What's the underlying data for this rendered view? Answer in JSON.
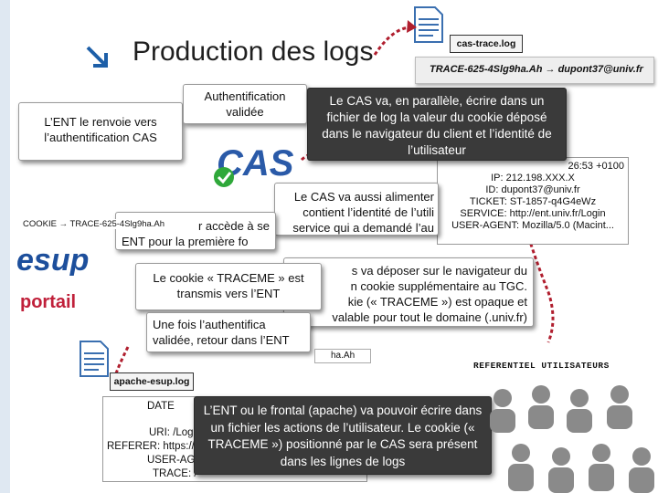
{
  "slide": {
    "title": "Production des logs",
    "cas_trace_file": "cas-trace.log",
    "apache_file": "apache-esup.log",
    "trace_mapping": "TRACE-625-4Slg9ha.Ah → dupont37@univ.fr",
    "referentiel_label": "REFERENTIEL UTILISATEURS",
    "cookie_mapping": "COOKIE → TRACE-625-4Slg9ha.Ah",
    "hidden_value_fragment": "ha.Ah",
    "colors": {
      "accent_red": "#b01e2e",
      "sidebar": "#dfe8f2",
      "bubble_dark": "#3a3a3a"
    }
  },
  "logos": {
    "cas": "CAS",
    "esup": "esup",
    "portail": "portail"
  },
  "cas_log_entry": {
    "time": "26:53 +0100",
    "ip": "IP: 212.198.XXX.X",
    "id": "ID: dupont37@univ.fr",
    "ticket": "TICKET: ST-1857-q4G4eWz",
    "service": "SERVICE: http://ent.univ.fr/Login",
    "user_agent": "USER-AGENT: Mozilla/5.0 (Macint..."
  },
  "apache_log_entry": {
    "date": "DATE",
    "url": "URI: /Login",
    "referer": "REFERER: https://v",
    "user_agent": "USER-AGE",
    "trace": "TRACE: /"
  },
  "bubbles": {
    "ent_redirect": "L’ENT le renvoie vers l’authentification CAS",
    "auth_validated_1": "Authentification",
    "auth_validated_2": "validée",
    "cas_parallel": "Le CAS va, en parallèle, écrire dans un fichier de log la valeur du cookie déposé dans le navigateur du client et l’identité de l’utilisateur",
    "cas_also_1": "Le CAS va aussi alimenter",
    "cas_also_2": "contient l’identité de l’utili",
    "cas_also_3": "service qui a demandé l’au",
    "first_access_1": "r accède à se",
    "first_access_2": "ENT pour la première fo",
    "cas_cookie_1": "s va déposer sur le navigateur du",
    "cas_cookie_2": "n cookie supplémentaire au TGC.",
    "cas_cookie_3": "kie (« TRACEME ») est opaque et",
    "cas_cookie_4": "valable pour tout le domaine (.univ.fr)",
    "cookie_sent": "Le cookie « TRACEME » est transmis vers l’ENT",
    "back_to_ent_1": "Une fois l’authentifica",
    "back_to_ent_2": "validée, retour dans l’ENT",
    "apache_write": "L’ENT ou le frontal (apache) va pouvoir écrire dans un fichier les actions de l’utilisateur. Le cookie (« TRACEME ») positionné par le CAS sera présent dans les lignes de logs"
  }
}
